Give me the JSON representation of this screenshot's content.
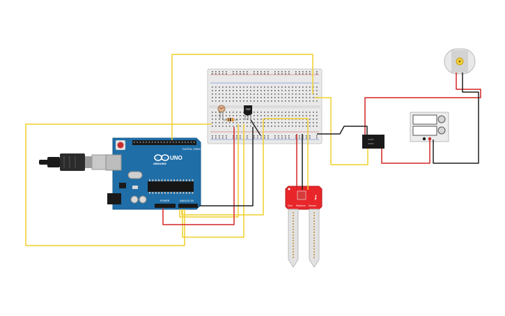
{
  "arduino": {
    "logo_text": "ARDUINO",
    "model_text": "UNO",
    "digital_label": "DIGITAL (PWM~)",
    "power_label": "POWER",
    "analog_label": "ANALOG IN"
  },
  "temperature_sensor": {
    "label": "TMP"
  },
  "soil_sensor": {
    "pin_labels": [
      "Gnd",
      "Moisture",
      "Sensor"
    ]
  },
  "colors": {
    "wire_yellow": "#f0cf2a",
    "wire_red": "#d42424",
    "wire_black": "#1e1e1e",
    "board_blue": "#1f6ea8",
    "sensor_red": "#e8262a"
  }
}
